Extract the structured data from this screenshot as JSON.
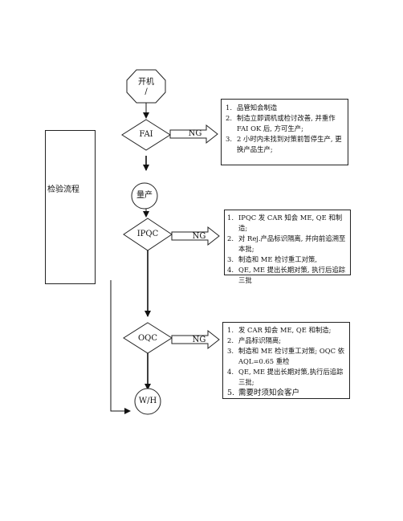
{
  "flow": {
    "start": {
      "line1": "开机",
      "line2": "/"
    },
    "fai": "FAI",
    "mass_production": "量产",
    "ipqc": "IPQC",
    "oqc": "OQC",
    "wh": "W/H",
    "ng_label": "NG"
  },
  "side_label": "检验流程",
  "fai_box": {
    "items": [
      {
        "num": "1.",
        "text": "品管知会制造"
      },
      {
        "num": "2.",
        "text": "制造立即调机或检讨改善, 并重作 FAI OK 后, 方可生产;"
      },
      {
        "num": "3.",
        "text": "2 小时内未找到对策前暂停生产, 更换产品生产;"
      }
    ]
  },
  "ipqc_box": {
    "items": [
      {
        "num": "1.",
        "text": "IPQC 发 CAR 知会 ME, QE 和制造;"
      },
      {
        "num": "2.",
        "text": "对 Rej.产品标识隔离, 并向前追溯至本批;"
      },
      {
        "num": "3.",
        "text": "制造和 ME 检讨重工对策,"
      },
      {
        "num": "4.",
        "text": "QE, ME 提出长期对策, 执行后追踪三批"
      }
    ]
  },
  "oqc_box": {
    "items": [
      {
        "num": "1.",
        "text": "发 CAR 知会 ME, QE 和制造;"
      },
      {
        "num": "2.",
        "text": "产品标识隔离;"
      },
      {
        "num": "3.",
        "text": "制造和 ME 检讨重工对策; OQC 依 AQL=0.65 重检"
      },
      {
        "num": "4.",
        "text": "QE, ME 提出长期对策,执行后追踪三批;"
      },
      {
        "num": "5.",
        "text": "需要时须知会客户"
      }
    ]
  }
}
